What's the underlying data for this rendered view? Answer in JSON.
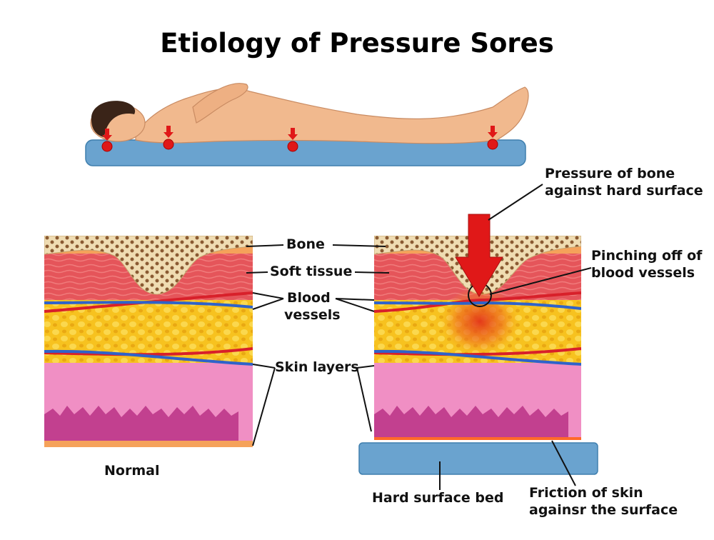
{
  "title": "Etiology of Pressure Sores",
  "labels": {
    "bone": "Bone",
    "soft_tissue": "Soft tissue",
    "blood_vessels_1": "Blood",
    "blood_vessels_2": "vessels",
    "skin_layers": "Skin layers",
    "normal": "Normal",
    "pressure_1": "Pressure of bone",
    "pressure_2": "against hard surface",
    "pinching_1": "Pinching off  of",
    "pinching_2": "blood vessels",
    "hard_surface": "Hard surface bed",
    "friction_1": "Friction of skin",
    "friction_2": "againsr the surface"
  },
  "colors": {
    "bone": "#efdcb2",
    "bone_dots": "#8a5a32",
    "soft_tissue": "#e5555a",
    "fat": "#f7c21f",
    "skin": "#f08fc4",
    "dermis": "#c2408f",
    "artery": "#d8202a",
    "vein": "#2f63c9",
    "mattress": "#6aa3cf",
    "pressure_arrow": "#e01818",
    "skin_tone": "#f1b98e"
  }
}
